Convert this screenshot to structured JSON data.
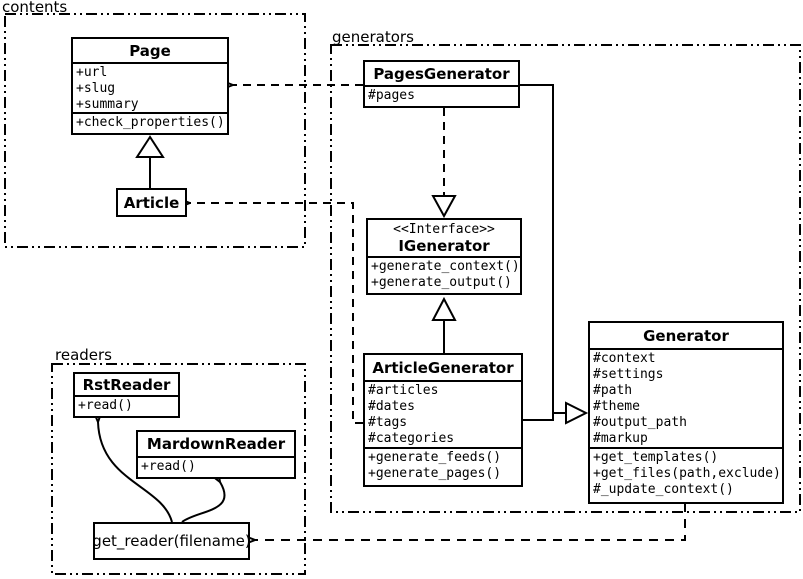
{
  "diagram": {
    "type": "uml-class-diagram",
    "colors": {
      "line": "#000000",
      "background": "#ffffff"
    }
  },
  "packages": {
    "contents": {
      "label": "contents"
    },
    "generators": {
      "label": "generators"
    },
    "readers": {
      "label": "readers"
    }
  },
  "classes": {
    "page": {
      "title": "Page",
      "attributes": [
        "+url",
        "+slug",
        "+summary"
      ],
      "methods": [
        "+check_properties()"
      ]
    },
    "article": {
      "title": "Article"
    },
    "pages_generator": {
      "title": "PagesGenerator",
      "attributes": [
        "#pages"
      ]
    },
    "igenerator": {
      "stereotype": "<<Interface>>",
      "title": "IGenerator",
      "methods": [
        "+generate_context()",
        "+generate_output()"
      ]
    },
    "article_generator": {
      "title": "ArticleGenerator",
      "attributes": [
        "#articles",
        "#dates",
        "#tags",
        "#categories"
      ],
      "methods": [
        "+generate_feeds()",
        "+generate_pages()"
      ]
    },
    "generator": {
      "title": "Generator",
      "attributes": [
        "#context",
        "#settings",
        "#path",
        "#theme",
        "#output_path",
        "#markup"
      ],
      "methods": [
        "+get_templates()",
        "+get_files(path,exclude)",
        "#_update_context()"
      ]
    },
    "rst_reader": {
      "title": "RstReader",
      "methods": [
        "+read()"
      ]
    },
    "mardown_reader": {
      "title": "MardownReader",
      "methods": [
        "+read()"
      ]
    },
    "get_reader": {
      "label": "get_reader(filename)"
    }
  }
}
